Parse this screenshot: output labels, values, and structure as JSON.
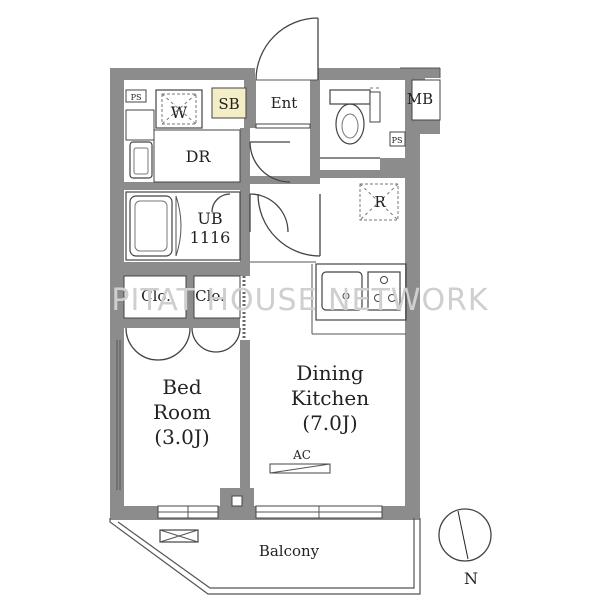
{
  "rooms": {
    "bedroom_line1": "Bed",
    "bedroom_line2": "Room",
    "bedroom_size": "(3.0J)",
    "dining_line1": "Dining",
    "dining_line2": "Kitchen",
    "dining_size": "(7.0J)",
    "balcony": "Balcony",
    "dr": "DR",
    "ub_line1": "UB",
    "ub_line2": "1116",
    "clo_left": "Clo.",
    "clo_right": "Clo.",
    "entrance": "Ent",
    "shoe_box": "SB",
    "meter_box": "MB",
    "washer": "W",
    "fridge": "R",
    "ps_top": "PS",
    "ps_right": "PS",
    "aircon": "AC"
  },
  "compass": {
    "north": "N"
  },
  "watermark": "PITAT HOUSE NETWORK",
  "colors": {
    "wall": "#8c8c8c",
    "shoe_box": "#f3eec6",
    "line": "#444444"
  }
}
